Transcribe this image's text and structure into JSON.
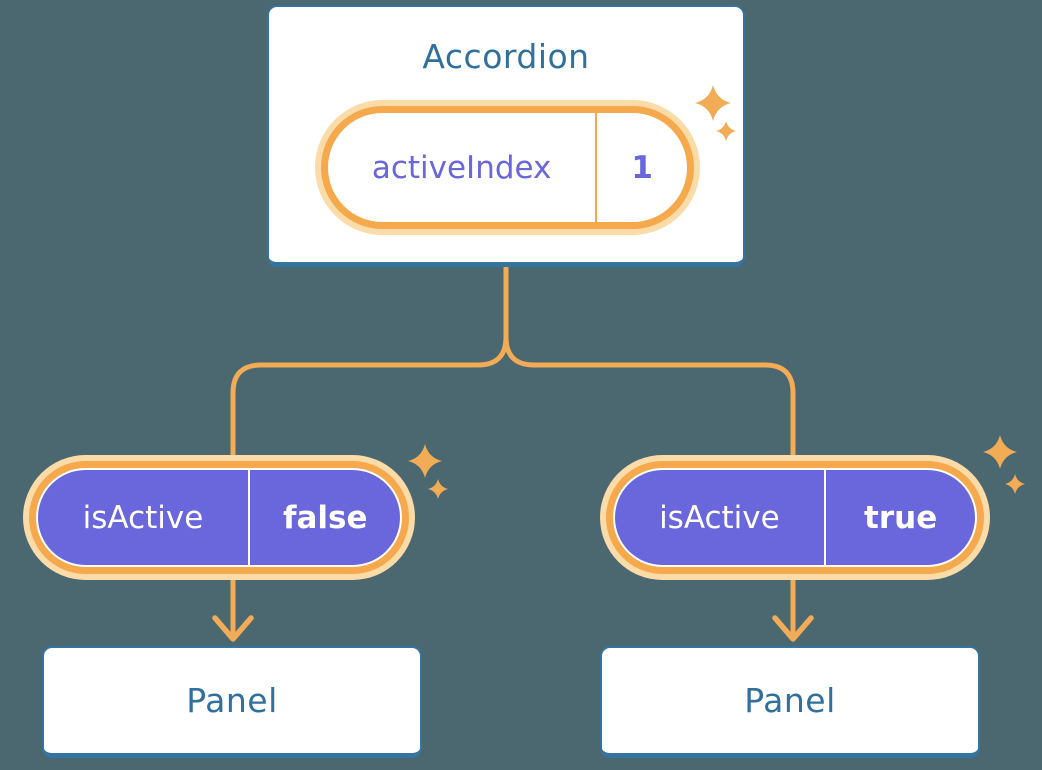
{
  "theme": {
    "bg": "#4B6770",
    "orange": "#F2AC55",
    "orange-ring": "#F5A94C",
    "orange-halo": "#FBDCA8",
    "purple": "#6A66DB",
    "blue-text": "#30709E",
    "blue-border": "#35749F",
    "white": "#FFFFFF"
  },
  "diagram": {
    "root": {
      "title": "Accordion",
      "state": {
        "name": "activeIndex",
        "value": "1"
      }
    },
    "children": [
      {
        "prop": {
          "name": "isActive",
          "value": "false"
        },
        "panel": {
          "title": "Panel"
        }
      },
      {
        "prop": {
          "name": "isActive",
          "value": "true"
        },
        "panel": {
          "title": "Panel"
        }
      }
    ],
    "icons": {
      "sparkle": "✦",
      "arrow-down": "↓"
    }
  }
}
